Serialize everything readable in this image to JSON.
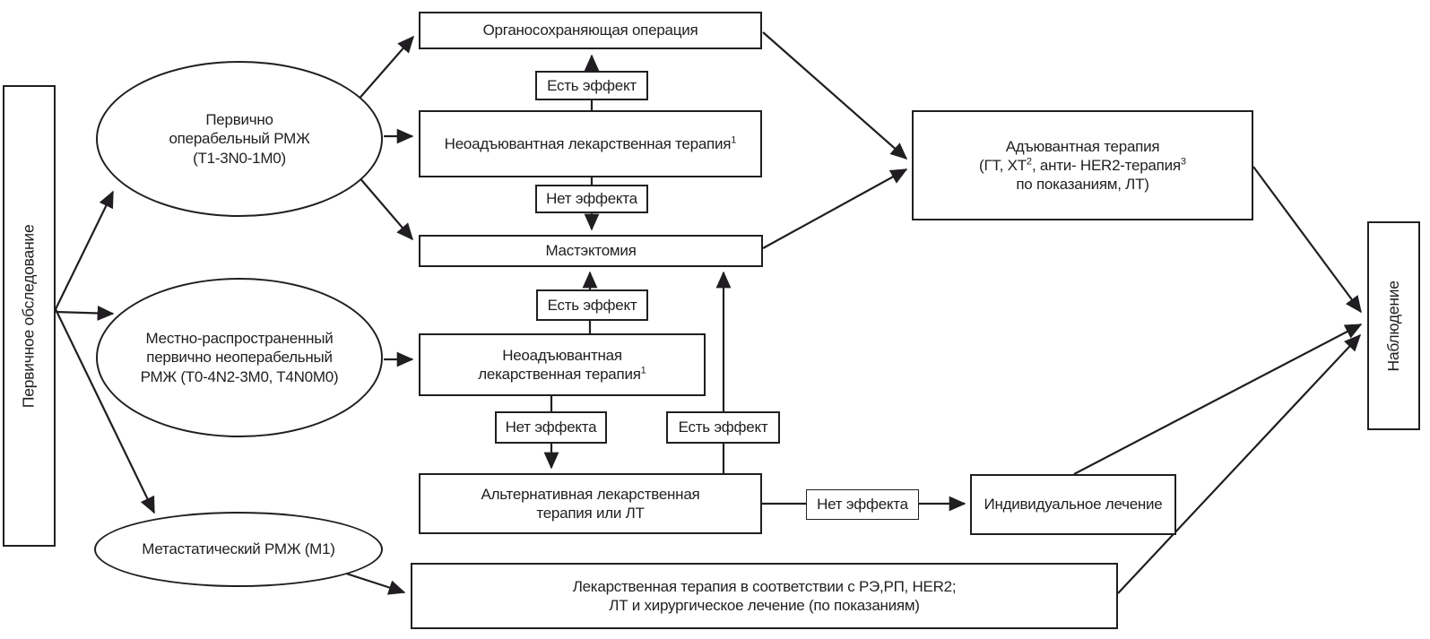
{
  "colors": {
    "ink": "#211e22",
    "background": "#ffffff"
  },
  "source_box": {
    "label": "Первичное обследование"
  },
  "observation_box": {
    "label": "Наблюдение"
  },
  "ellipses": {
    "operable": {
      "line1": "Первично",
      "line2": "операбельный РМЖ",
      "line3": "(T1-3N0-1M0)"
    },
    "locally_advanced": {
      "line1": "Местно-распространенный",
      "line2": "первично неоперабельный",
      "line3": "РМЖ (T0-4N2-3M0, T4N0M0)"
    },
    "metastatic": {
      "label": "Метастатический РМЖ (M1)"
    }
  },
  "boxes": {
    "organ_preserving": {
      "label": "Органосохраняющая операция"
    },
    "neoadjuvant1": {
      "label": "Неоадъювантная лекарственная терапия",
      "sup": "1"
    },
    "mastectomy": {
      "label": "Мастэктомия"
    },
    "neoadjuvant2": {
      "line1": "Неоадъювантная",
      "line2": "лекарственная терапия",
      "sup": "1"
    },
    "alternative": {
      "line1": "Альтернативная лекарственная",
      "line2": "терапия или ЛТ"
    },
    "individual": {
      "label": "Индивидуальное лечение"
    },
    "adjuvant": {
      "line1": "Адъювантная терапия",
      "line2a": "(ГТ, ХТ",
      "sup2": "2",
      "line2b": ", анти- HER2-терапия",
      "sup3": "3",
      "line3": "по показаниям, ЛТ)"
    },
    "systemic": {
      "line1": "Лекарственная терапия в соответствии с РЭ,РП, HER2;",
      "line2": "ЛТ и хирургическое лечение (по показаниям)"
    }
  },
  "effect_labels": {
    "yes1": "Есть эффект",
    "no1": "Нет эффекта",
    "yes2": "Есть эффект",
    "no2": "Нет эффекта",
    "yes3": "Есть эффект",
    "no3": "Нет эффекта"
  }
}
